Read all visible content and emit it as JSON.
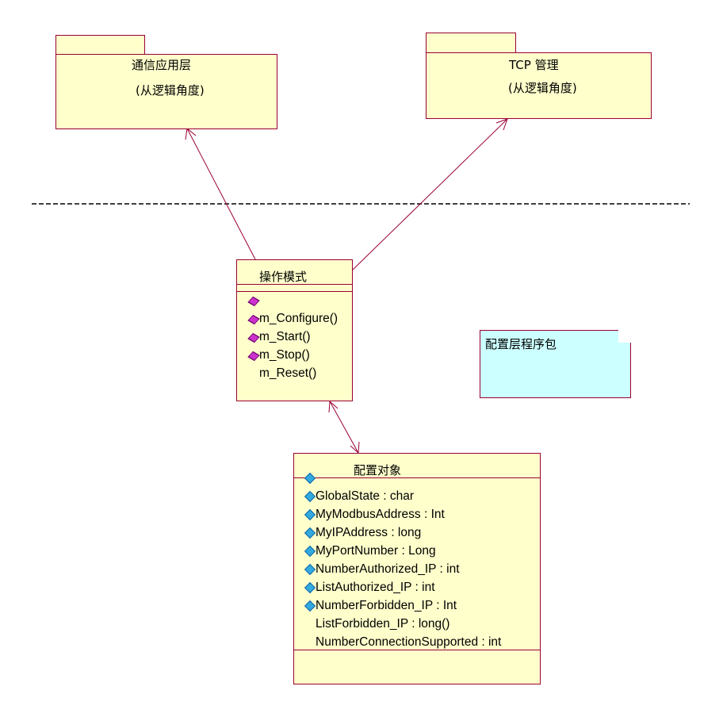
{
  "packages": {
    "comm": {
      "title": "通信应用层",
      "subtitle": "(从逻辑角度)"
    },
    "tcp": {
      "title": "TCP 管理",
      "subtitle": "(从逻辑角度)"
    }
  },
  "classes": {
    "mode": {
      "name": "操作模式",
      "operations": [
        "",
        "m_Configure()",
        "m_Start()",
        "m_Stop()",
        "m_Reset()"
      ]
    },
    "config": {
      "name": "配置对象",
      "attributes": [
        "",
        "GlobalState : char",
        "MyModbusAddress : Int",
        "MyIPAddress : long",
        "MyPortNumber : Long",
        "NumberAuthorized_IP : int",
        "ListAuthorized_IP : int",
        "NumberForbidden_IP : Int",
        "ListForbidden_IP : long()",
        "NumberConnectionSupported : int"
      ]
    }
  },
  "note": {
    "text": "配置层程序包"
  },
  "colors": {
    "box_fill": "#ffffcc",
    "note_fill": "#ccffff",
    "border": "#990033",
    "operation_icon": "#cc33cc",
    "attribute_icon": "#33aadd"
  },
  "icons": {
    "operation": "operation-icon",
    "attribute": "attribute-icon"
  }
}
